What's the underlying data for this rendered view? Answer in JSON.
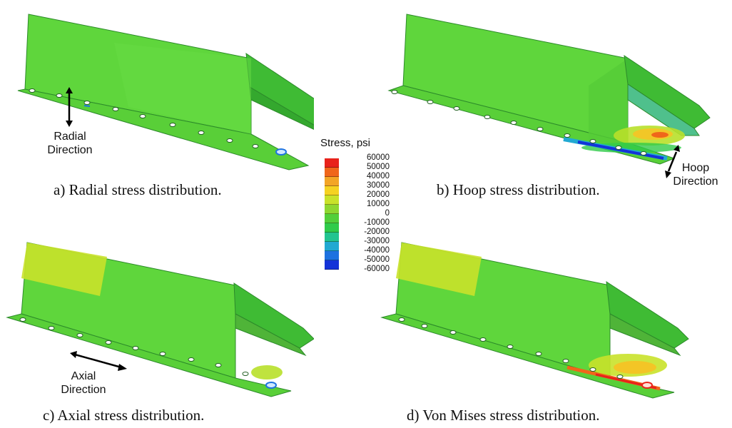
{
  "legend": {
    "title": "Stress, psi",
    "ticks": [
      "60000",
      "50000",
      "40000",
      "30000",
      "20000",
      "10000",
      "0",
      "-10000",
      "-20000",
      "-30000",
      "-40000",
      "-50000",
      "-60000"
    ],
    "colors": [
      "#e8221b",
      "#f0661a",
      "#f3a526",
      "#f5d222",
      "#c9e22a",
      "#8ed730",
      "#52cf3a",
      "#2fcb4a",
      "#22c490",
      "#21a9d2",
      "#1d72e0",
      "#1433d8"
    ]
  },
  "panels": [
    {
      "caption": "a) Radial stress distribution.",
      "direction": [
        "Radial",
        "Direction"
      ]
    },
    {
      "caption": "b) Hoop stress distribution.",
      "direction": [
        "Hoop",
        "Direction"
      ]
    },
    {
      "caption": "c) Axial stress distribution.",
      "direction": [
        "Axial",
        "Direction"
      ]
    },
    {
      "caption": "d) Von Mises stress distribution."
    }
  ]
}
